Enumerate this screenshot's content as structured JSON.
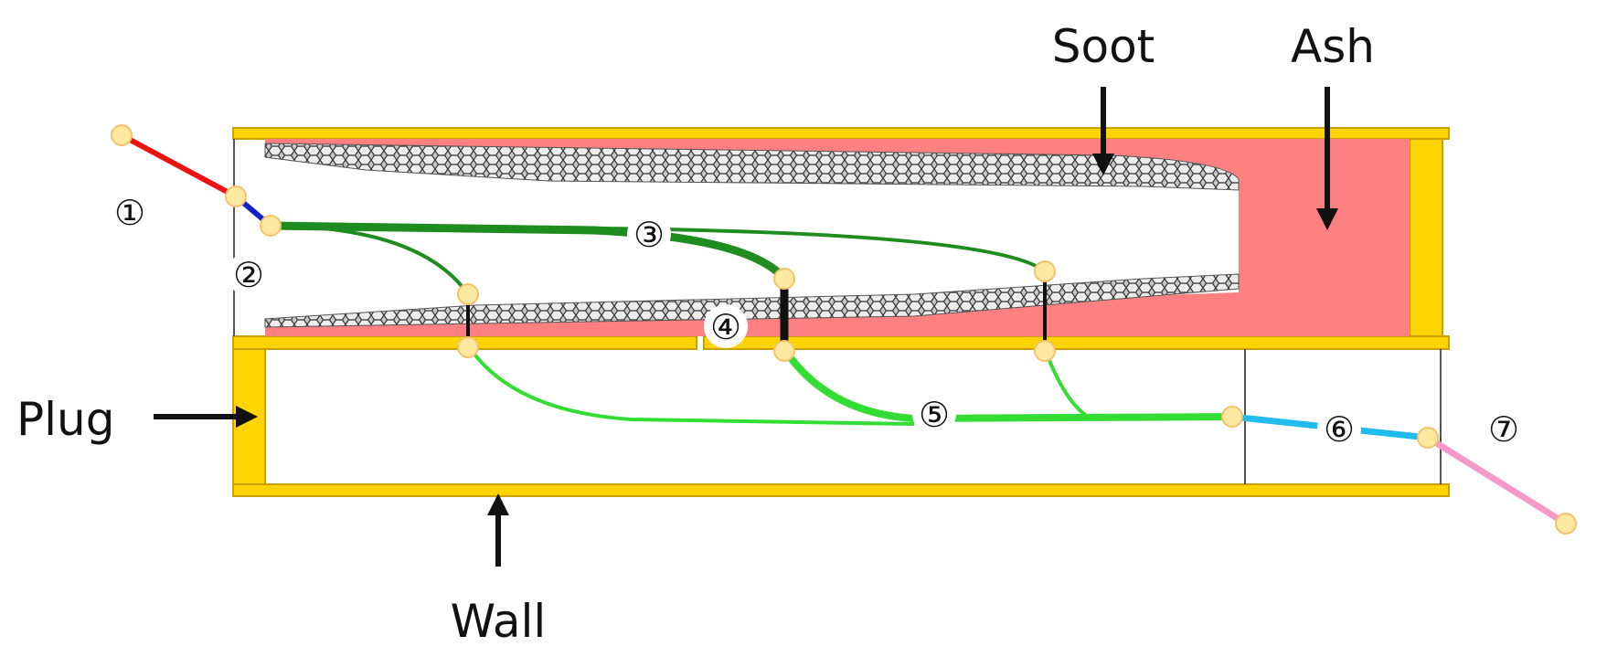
{
  "labels": {
    "soot": "Soot",
    "ash": "Ash",
    "plug": "Plug",
    "wall": "Wall"
  },
  "segments": [
    {
      "id": "1",
      "label": "①"
    },
    {
      "id": "2",
      "label": "②"
    },
    {
      "id": "3",
      "label": "③"
    },
    {
      "id": "4",
      "label": "④"
    },
    {
      "id": "5",
      "label": "⑤"
    },
    {
      "id": "6",
      "label": "⑥"
    },
    {
      "id": "7",
      "label": "⑦"
    }
  ],
  "colors": {
    "wall": "#FFD400",
    "wall_edge": "#C9A000",
    "ash": "#FF8080",
    "soot": "#BDBDBD",
    "segment_1": "#EE1111",
    "segment_2": "#1122CC",
    "segment_3": "#1E8C1E",
    "segment_4": "#111111",
    "segment_5": "#33DD33",
    "segment_6": "#22BBEE",
    "segment_7": "#F59AC8",
    "node": "#FFE8A0"
  }
}
